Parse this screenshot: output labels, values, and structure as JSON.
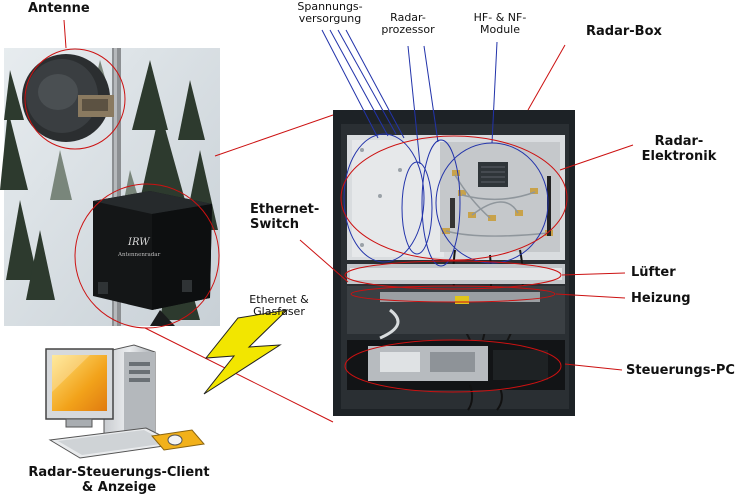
{
  "labels": {
    "antenne": "Antenne",
    "spannungsversorgung": [
      "Spannungs-",
      "versorgung"
    ],
    "radarprozessor": [
      "Radar-",
      "prozessor"
    ],
    "hf_nf_module": [
      "HF- & NF-",
      "Module"
    ],
    "radar_box": "Radar-Box",
    "radar_elektronik": [
      "Radar-",
      "Elektronik"
    ],
    "ethernet_switch": [
      "Ethernet-",
      "Switch"
    ],
    "ethernet_glasfaser": [
      "Ethernet &",
      "Glasfaser"
    ],
    "luefter": "Lüfter",
    "heizung": "Heizung",
    "steuerungs_pc": "Steuerungs-PC",
    "client": [
      "Radar-Steuerungs-Client",
      "& Anzeige"
    ]
  },
  "photo_lettering": {
    "brand": "IRW",
    "sub": "Antennenradar"
  },
  "colors": {
    "leader_red": "#cc1111",
    "leader_blue": "#2233aa",
    "bolt": "#f2e600"
  }
}
